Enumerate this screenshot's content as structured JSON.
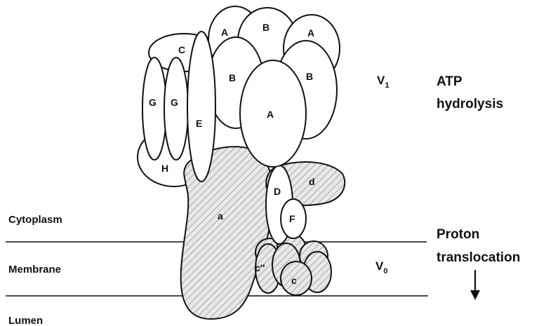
{
  "regions": {
    "cytoplasm": "Cytoplasm",
    "membrane": "Membrane",
    "lumen": "Lumen"
  },
  "domains": {
    "v1_main": "V",
    "v1_sub": "1",
    "v0_main": "V",
    "v0_sub": "0"
  },
  "functions": {
    "atp_line1": "ATP",
    "atp_line2": "hydrolysis",
    "proton_line1": "Proton",
    "proton_line2": "translocation"
  },
  "subunits": {
    "A": "A",
    "B": "B",
    "C": "C",
    "D": "D",
    "E": "E",
    "F": "F",
    "G": "G",
    "H": "H",
    "a": "a",
    "c": "c",
    "c2": "c''",
    "d": "d"
  }
}
